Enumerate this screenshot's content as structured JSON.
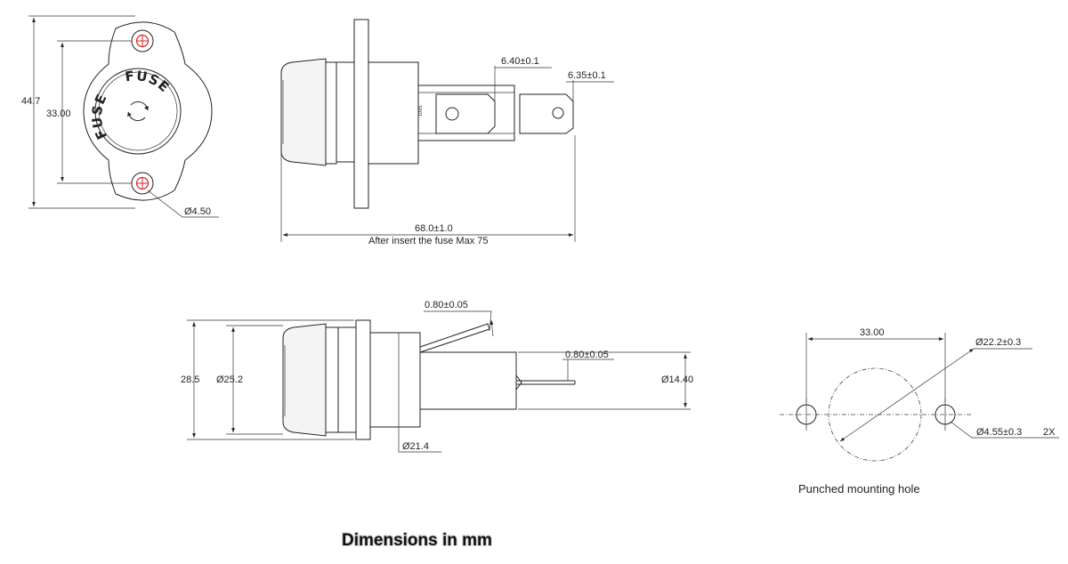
{
  "front_view": {
    "height_overall": "44.7",
    "hole_spacing": "33.00",
    "hole_diameter": "Ø4.50",
    "cap_text": "FUSE"
  },
  "side_view": {
    "tab_width_1": "6.40±0.1",
    "tab_width_2": "6.35±0.1",
    "length": "68.0±1.0",
    "length_note": "After insert the fuse Max 75",
    "body_label": "1005"
  },
  "bottom_view": {
    "tab_thickness_1": "0.80±0.05",
    "tab_thickness_2": "0.80±0.05",
    "flange_height": "28.5",
    "cap_diameter": "Ø25.2",
    "body_diameter": "Ø14.40",
    "thread_diameter": "Ø21.4"
  },
  "mounting_hole": {
    "hole_spacing": "33.00",
    "center_hole_diameter": "Ø22.2±0.3",
    "side_hole_diameter": "Ø4.55±0.3",
    "side_hole_qty": "2X",
    "caption": "Punched mounting hole"
  },
  "title": "Dimensions in mm",
  "colors": {
    "hole_marker": "#e02020",
    "ink": "#222222"
  }
}
